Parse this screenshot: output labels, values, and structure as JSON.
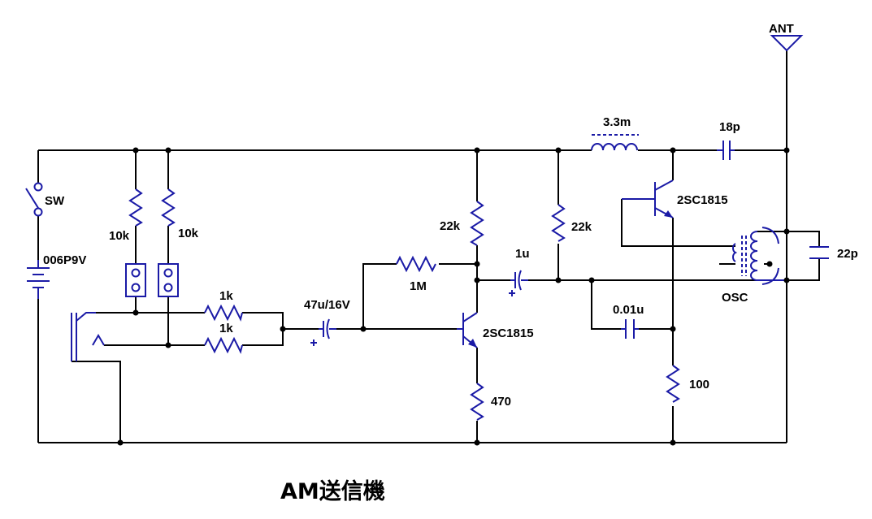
{
  "title": "AM送信機",
  "labels": {
    "ant": "ANT",
    "sw": "SW",
    "battery": "006P9V",
    "r_bias_left": "10k",
    "r_bias_right": "10k",
    "r_mix_top": "1k",
    "r_mix_bottom": "1k",
    "c_input": "47u/16V",
    "r_feedback": "1M",
    "r_collector": "22k",
    "r_emitter": "470",
    "q1": "2SC1815",
    "c_couple": "1u",
    "r_base2": "22k",
    "l_choke": "3.3m",
    "c_out": "18p",
    "q2": "2SC1815",
    "osc": "OSC",
    "c_tank": "22p",
    "c_emitter2": "0.01u",
    "r_emitter2": "100"
  }
}
